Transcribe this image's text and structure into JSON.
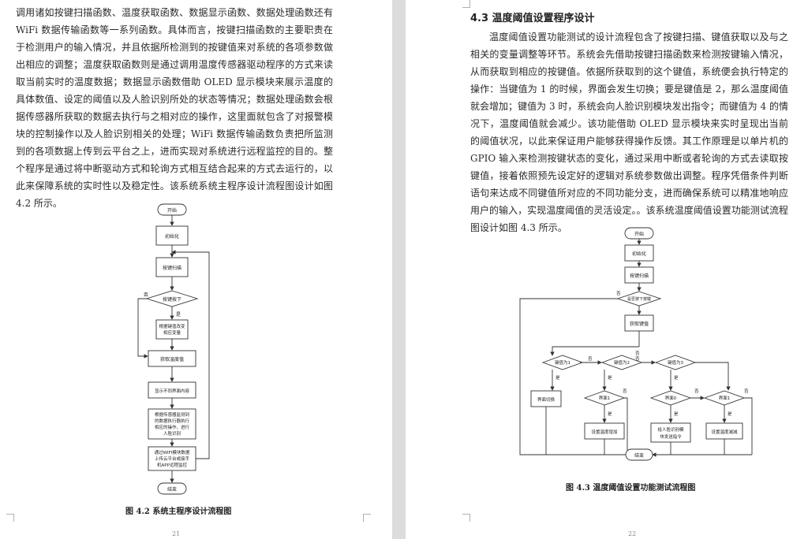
{
  "left_page": {
    "body": "调用诸如按键扫描函数、温度获取函数、数据显示函数、数据处理函数还有 WiFi 数据传输函数等一系列函数。具体而言，按键扫描函数的主要职责在于检测用户的输入情况，并且依据所检测到的按键值来对系统的各项参数做出相应的调整；温度获取函数则是通过调用温度传感器驱动程序的方式来读取当前实时的温度数据；数据显示函数借助 OLED 显示模块来展示温度的具体数值、设定的阈值以及人脸识别所处的状态等情况；数据处理函数会根据传感器所获取的数据去执行与之相对应的操作，这里面就包含了对报警模块的控制操作以及人脸识别相关的处理；WiFi 数据传输函数负责把所监测到的各项数据上传到云平台之上，进而实现对系统进行远程监控的目的。整个程序是通过将中断驱动方式和轮询方式相互结合起来的方式去运行的，以此来保障系统的实时性以及稳定性。该系统系统主程序设计流程图设计如图 4.2 所示。",
    "flowchart": {
      "start": "开始",
      "init": "初始化",
      "scan": "按键扫描",
      "decision": "按键按下",
      "yes": "是",
      "no": "否",
      "adjust": [
        "根据键值改变",
        "相应变量"
      ],
      "temp": "获取温度值",
      "display": "显示不同界面内容",
      "process": [
        "根据传感器监测到",
        "的数据执行器执行",
        "相应的操作，进行",
        "人脸识别"
      ],
      "upload": [
        "通过WIFI模块数据",
        "上传云平台或接手",
        "机APP远程监控"
      ],
      "end": "结束"
    },
    "caption": "图 4.2 系统主程序设计流程图",
    "page_number": "21"
  },
  "right_page": {
    "heading": "4.3  温度阈值设置程序设计",
    "body": "温度阈值设置功能测试的设计流程包含了按键扫描、键值获取以及与之相关的变量调整等环节。系统会先借助按键扫描函数来检测按键输入情况，从而获取到相应的按键值。依据所获取到的这个键值，系统便会执行特定的操作：当键值为 1 的时候，界面会发生切换；要是键值是 2，那么温度阈值就会增加；键值为 3 时，系统会向人脸识别模块发出指令；而键值为 4 的情况下，温度阈值就会减少。该功能借助 OLED 显示模块来实时呈现出当前的阈值状况，以此来保证用户能够获得操作反馈。其工作原理是以单片机的 GPIO 输入来检测按键状态的变化，通过采用中断或者轮询的方式去读取按键值，接着依照预先设定好的逻辑对系统参数做出调整。程序凭借条件判断语句来达成不同键值所对应的不同功能分支，进而确保系统可以精准地响应用户的输入，实现温度阈值的灵活设定。。该系统温度阈值设置功能测试流程图设计如图 4.3 所示。",
    "flowchart": {
      "start": "开始",
      "init": "初始化",
      "scan": "按键扫描",
      "pressed": "是否按下按键",
      "get_key": "获取键值",
      "k1": "键值为1",
      "k2": "键值为2",
      "k3": "键值为3",
      "switch": "界面切换",
      "if1a": "界面1",
      "inc": "设置温度增加",
      "if0": "界面0",
      "if1b": "界面1",
      "face": [
        "给人脸识别模",
        "块发送指令"
      ],
      "dec": "设置温度减减",
      "yes": "是",
      "no": "否",
      "end": "结束"
    },
    "caption": "图 4.3 温度阈值设置功能测试流程图",
    "page_number": "22"
  }
}
